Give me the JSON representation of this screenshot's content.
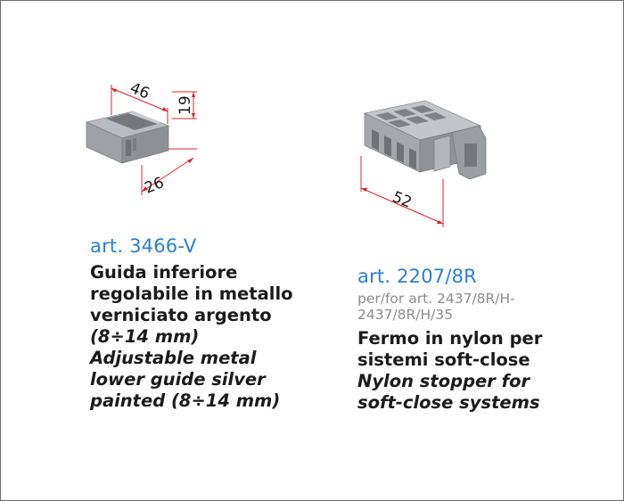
{
  "products": [
    {
      "code": "art. 3466-V",
      "italian_lines": [
        "Guida inferiore",
        "regolabile in metallo",
        "verniciato argento"
      ],
      "size_note": "(8÷14 mm)",
      "english_lines": [
        "Adjustable metal",
        "lower guide  silver",
        "painted (8÷14 mm)"
      ],
      "dimensions": {
        "length": "46",
        "height": "19",
        "width": "26"
      }
    },
    {
      "code": "art. 2207/8R",
      "reference_lines": [
        "per/for art. 2437/8R/H-",
        "2437/8R/H/35"
      ],
      "italian_lines": [
        "Fermo in nylon per",
        "sistemi soft-close"
      ],
      "english_lines": [
        "Nylon stopper for",
        "soft-close systems"
      ],
      "dimensions": {
        "length": "52"
      }
    }
  ],
  "colors": {
    "code": "#2a7fd2",
    "text": "#1b1b1b",
    "reference": "#8c8c8c",
    "dimension_line": "#e0202a",
    "part_grey": "#9ea2a6",
    "frame": "#6f6f6f"
  }
}
